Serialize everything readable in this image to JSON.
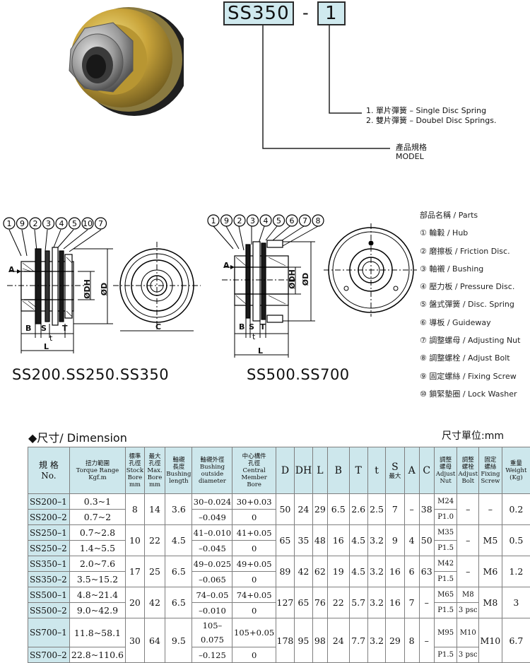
{
  "code": {
    "model_box": "SS350",
    "dash": "-",
    "type_box": "1"
  },
  "options": {
    "line1": "1. 單片彈簧 – Single Disc Spring",
    "line2": "2. 雙片彈簧 – Doubel Disc Springs."
  },
  "model_label": {
    "zh": "產品規格",
    "en": "MODEL"
  },
  "drawings": {
    "left_name": "SS200.SS250.SS350",
    "right_name": "SS500.SS700",
    "left_numbers": [
      "1",
      "9",
      "2",
      "3",
      "4",
      "5",
      "10",
      "7"
    ],
    "right_numbers": [
      "1",
      "9",
      "2",
      "3",
      "4",
      "5",
      "6",
      "7",
      "8"
    ],
    "label_A": "A",
    "label_B": "B",
    "label_S": "S",
    "label_T": "T",
    "label_t": "t",
    "label_L": "L",
    "label_C": "C",
    "label_DH": "ØDH",
    "label_D": "ØD"
  },
  "parts": {
    "title": "部品名稱 / Parts",
    "items": [
      "① 輪轂 / Hub",
      "② 磨擦板 / Friction Disc.",
      "③ 軸襯 / Bushing",
      "④ 壓力板 / Pressure Disc.",
      "⑤ 盤式彈簧 / Disc. Spring",
      "⑥ 導板 / Guideway",
      "⑦ 調整螺母 / Adjusting Nut",
      "⑧ 調整螺栓 / Adjust Bolt",
      "⑨ 固定螺絲 / Fixing Screw",
      "⑩ 鎖緊墊圈 / Lock Washer"
    ]
  },
  "dimension": {
    "title": "◆尺寸/ Dimension",
    "unit": "尺寸單位:mm",
    "headers": {
      "no": [
        "規 格",
        "No."
      ],
      "torque": [
        "扭力範圍",
        "Torque Range",
        "Kgf.m"
      ],
      "stock": [
        "標準",
        "孔徑",
        "Stock",
        "Bore",
        "mm"
      ],
      "max": [
        "最大",
        "孔徑",
        "Max.",
        "Bore",
        "mm"
      ],
      "bushing_len": [
        "軸襯",
        "長度",
        "Bushing",
        "length"
      ],
      "bushing_od": [
        "軸襯外徑",
        "Bushing",
        "outside",
        "diameter"
      ],
      "central": [
        "中心構件",
        "孔徑",
        "Central",
        "Member",
        "Bore"
      ],
      "D": "D",
      "DH": "DH",
      "L": "L",
      "B": "B",
      "T": "T",
      "t": "t",
      "S": [
        "S",
        "最大"
      ],
      "A": "A",
      "C": "C",
      "nut": [
        "調整",
        "螺母",
        "Adjust",
        "Nut"
      ],
      "bolt": [
        "調整",
        "螺栓",
        "Adjust",
        "Bolt"
      ],
      "screw": [
        "固定",
        "螺絲",
        "Fixing",
        "Screw"
      ],
      "weight": [
        "重量",
        "Weight",
        "(Kg)"
      ]
    },
    "groups": [
      {
        "models": [
          "SS200–1",
          "SS200–2"
        ],
        "torque": [
          "0.3~1",
          "0.7~2"
        ],
        "stock": "8",
        "max": "14",
        "blen": "3.6",
        "bod": [
          "30–0.024",
          "–0.049"
        ],
        "cm": [
          "30+0.03",
          "0"
        ],
        "D": "50",
        "DH": "24",
        "L": "29",
        "B": "6.5",
        "T": "2.6",
        "t": "2.5",
        "S": "7",
        "A": "–",
        "C": "38",
        "nut": [
          "M24",
          "P1.0"
        ],
        "bolt": [
          "–"
        ],
        "screw": "–",
        "weight": "0.2"
      },
      {
        "models": [
          "SS250–1",
          "SS250–2"
        ],
        "torque": [
          "0.7~2.8",
          "1.4~5.5"
        ],
        "stock": "10",
        "max": "22",
        "blen": "4.5",
        "bod": [
          "41–0.010",
          "–0.045"
        ],
        "cm": [
          "41+0.05",
          "0"
        ],
        "D": "65",
        "DH": "35",
        "L": "48",
        "B": "16",
        "T": "4.5",
        "t": "3.2",
        "S": "9",
        "A": "4",
        "C": "50",
        "nut": [
          "M35",
          "P1.5"
        ],
        "bolt": [
          "–"
        ],
        "screw": "M5",
        "weight": "0.5"
      },
      {
        "models": [
          "SS350–1",
          "SS350–2"
        ],
        "torque": [
          "2.0~7.6",
          "3.5~15.2"
        ],
        "stock": "17",
        "max": "25",
        "blen": "6.5",
        "bod": [
          "49–0.025",
          "–0.065"
        ],
        "cm": [
          "49+0.05",
          "0"
        ],
        "D": "89",
        "DH": "42",
        "L": "62",
        "B": "19",
        "T": "4.5",
        "t": "3.2",
        "S": "16",
        "A": "6",
        "C": "63",
        "nut": [
          "M42",
          "P1.5"
        ],
        "bolt": [
          "–"
        ],
        "screw": "M6",
        "weight": "1.2"
      },
      {
        "models": [
          "SS500–1",
          "SS500–2"
        ],
        "torque": [
          "4.8~21.4",
          "9.0~42.9"
        ],
        "stock": "20",
        "max": "42",
        "blen": "6.5",
        "bod": [
          "74–0.05",
          "–0.010"
        ],
        "cm": [
          "74+0.05",
          "0"
        ],
        "D": "127",
        "DH": "65",
        "L": "76",
        "B": "22",
        "T": "5.7",
        "t": "3.2",
        "S": "16",
        "A": "7",
        "C": "–",
        "nut": [
          "M65",
          "P1.5"
        ],
        "bolt": [
          "M8",
          "3 psc"
        ],
        "screw": "M8",
        "weight": "3"
      },
      {
        "models": [
          "SS700–1",
          "SS700–2"
        ],
        "torque": [
          "11.8~58.1",
          "22.8~110.6"
        ],
        "stock": "30",
        "max": "64",
        "blen": "9.5",
        "bod": [
          "105–0.075",
          "–0.125"
        ],
        "cm": [
          "105+0.05",
          "0"
        ],
        "D": "178",
        "DH": "95",
        "L": "98",
        "B": "24",
        "T": "7.7",
        "t": "3.2",
        "S": "29",
        "A": "8",
        "C": "–",
        "nut": [
          "M95",
          "P1.5"
        ],
        "bolt": [
          "M10",
          "3 psc"
        ],
        "screw": "M10",
        "weight": "6.7"
      }
    ]
  }
}
